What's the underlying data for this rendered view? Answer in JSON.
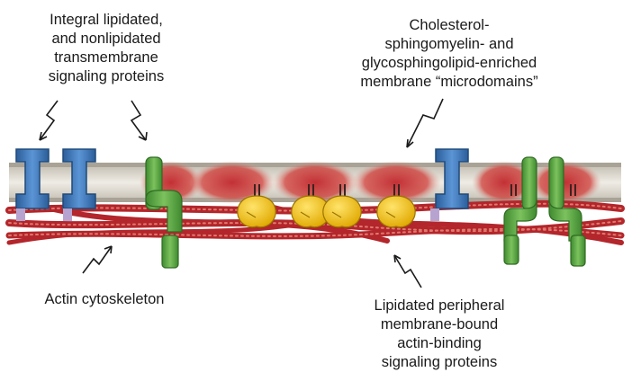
{
  "labels": {
    "transmembrane": {
      "lines": [
        "Integral lipidated,",
        "and nonlipidated",
        "transmembrane",
        "signaling proteins"
      ]
    },
    "microdomains": {
      "lines": [
        "Cholesterol-",
        "sphingomyelin- and",
        "glycosphingolipid-enriched",
        "membrane “microdomains”"
      ]
    },
    "actin": {
      "lines": [
        "Actin cytoskeleton"
      ]
    },
    "peripheral": {
      "lines": [
        "Lipidated peripheral",
        "membrane-bound",
        "actin-binding",
        "signaling proteins"
      ]
    }
  },
  "colors": {
    "membrane": "#d9d4c9",
    "microdomain": "#c9302c",
    "actin": "#b3262b",
    "transmembrane_protein": "#3d78b8",
    "integral_protein": "#5aa642",
    "peripheral_protein": "#f2c21b",
    "anchor": "#b7a3cf"
  }
}
